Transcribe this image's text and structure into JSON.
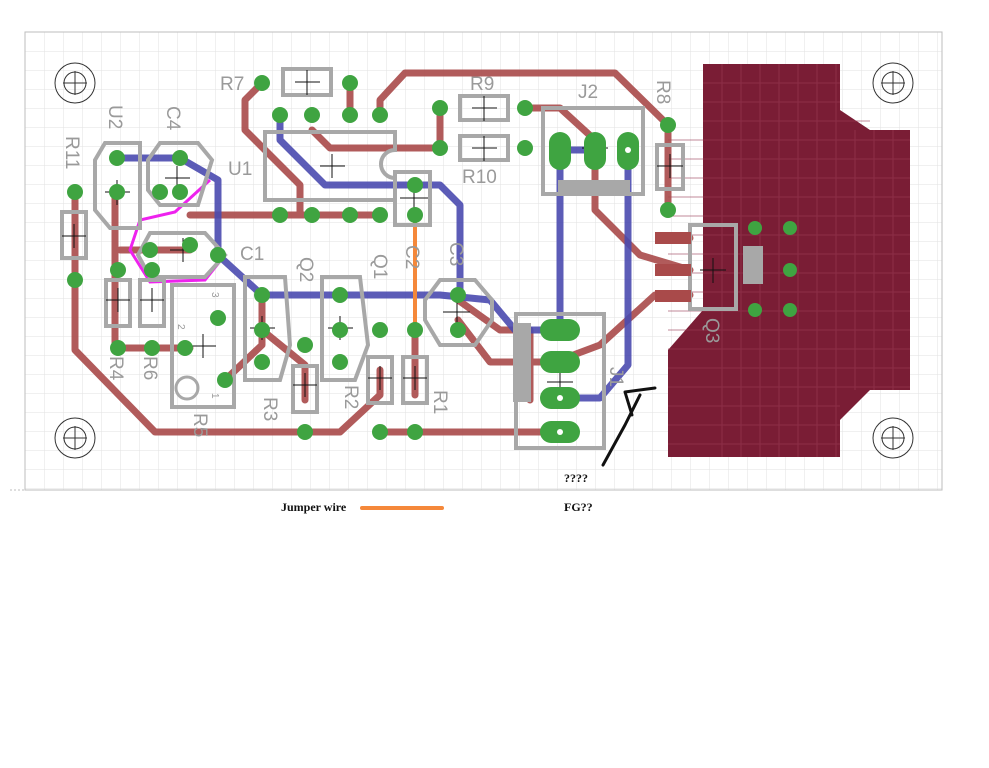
{
  "colors": {
    "board_bg": "#ffffff",
    "grid": "#e2e2e2",
    "top_copper": "#a94a4a",
    "bottom_copper": "#4b4bb0",
    "silkscreen": "#a8a8a8",
    "pad": "#3fa441",
    "copper_pour": "#7a1d35",
    "jumper": "#f5883a",
    "highlight": "#ee22ee",
    "annotation": "#111111"
  },
  "components": {
    "R7": "R7",
    "R9": "R9",
    "J2": "J2",
    "R8": "R8",
    "U2": "U2",
    "C4": "C4",
    "U1": "U1",
    "R11": "R11",
    "R10": "R10",
    "C1": "C1",
    "Q2": "Q2",
    "Q1": "Q1",
    "C2": "C2",
    "C3": "C3",
    "R4": "R4",
    "R6": "R6",
    "R3": "R3",
    "R2": "R2",
    "R1": "R1",
    "R5": "R5",
    "J1": "J1",
    "Q3": "Q3"
  },
  "pin_markers": {
    "pot_pin3": "3",
    "pot_pin2": "2",
    "pot_pin1": "1"
  },
  "annotations": {
    "question": "????",
    "jumper_label": "Jumper wire",
    "fg_label": "FG??"
  }
}
